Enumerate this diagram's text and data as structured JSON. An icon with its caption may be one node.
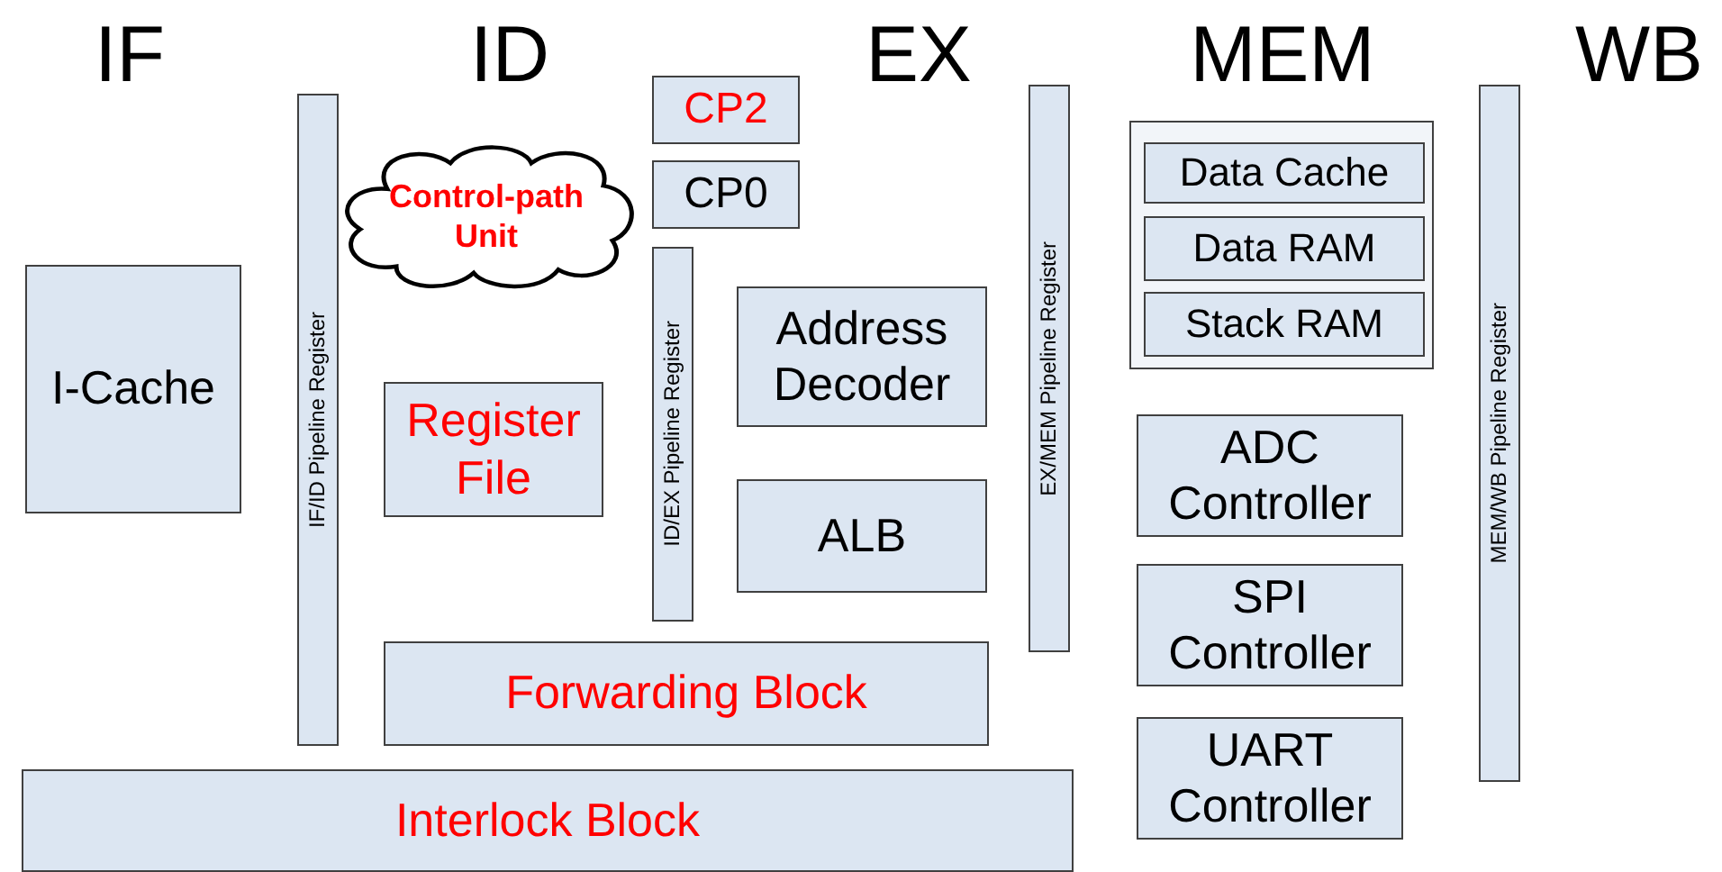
{
  "diagram": {
    "nodes": [
      {
        "text": [
          "I-Cache"
        ]
      },
      {
        "text": [
          "IF/ID Pipeline Register"
        ]
      },
      {
        "text": [
          "Control-path Unit"
        ]
      },
      {
        "text": [
          "Register File"
        ]
      },
      {
        "text": [
          "Forwarding Block"
        ]
      },
      {
        "text": [
          "Interlock Block"
        ]
      },
      {
        "text": [
          "CP2"
        ]
      },
      {
        "text": [
          "CP0"
        ]
      },
      {
        "text": [
          "ID/EX Pipeline Register"
        ]
      },
      {
        "text": [
          "Address Decoder"
        ]
      },
      {
        "text": [
          "ALB"
        ]
      },
      {
        "text": [
          "EX/MEM Pipeline Register"
        ]
      },
      {
        "text": [],
        "shape": "box"
      },
      {
        "text": [
          "Data Cache"
        ],
        "in": 12
      },
      {
        "text": [
          "Data RAM"
        ],
        "in": 12
      },
      {
        "text": [
          "Stack RAM"
        ],
        "in": 12
      },
      {
        "text": [
          "ADC Controller"
        ]
      },
      {
        "text": [
          "SPI Controller"
        ]
      },
      {
        "text": [
          "UART Controller"
        ]
      },
      {
        "text": [
          "MEM/WB Pipeline Register"
        ]
      }
    ],
    "edges": [],
    "labels": [
      "IF",
      "ID",
      "EX",
      "MEM",
      "WB"
    ]
  }
}
